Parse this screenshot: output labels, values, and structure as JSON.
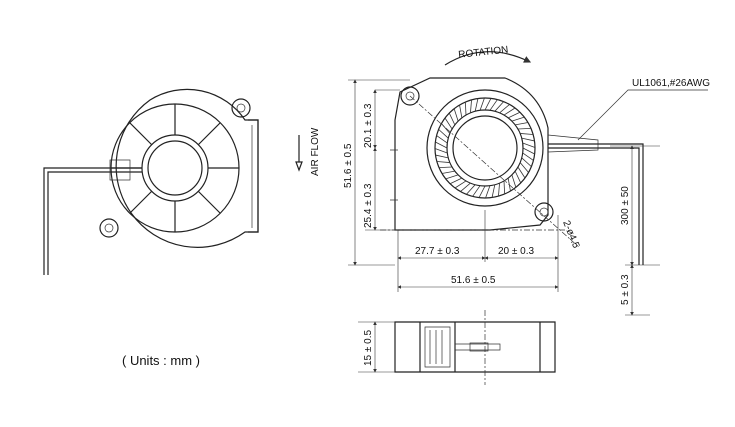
{
  "labels": {
    "rotation": "ROTATION",
    "air_flow": "AIR FLOW",
    "cable": "UL1061,#26AWG",
    "units": "( Units : mm )"
  },
  "dimensions": {
    "height_total": "51.6 ± 0.5",
    "height_upper": "20.1 ± 0.3",
    "height_lower": "25.4 ± 0.3",
    "width_left": "27.7 ± 0.3",
    "width_right": "20 ± 0.3",
    "width_total": "51.6 ± 0.5",
    "hole": "2-ø4.5",
    "lead_length": "300 ± 50",
    "lead_strip": "5 ± 0.3",
    "thickness": "15 ± 0.5"
  }
}
